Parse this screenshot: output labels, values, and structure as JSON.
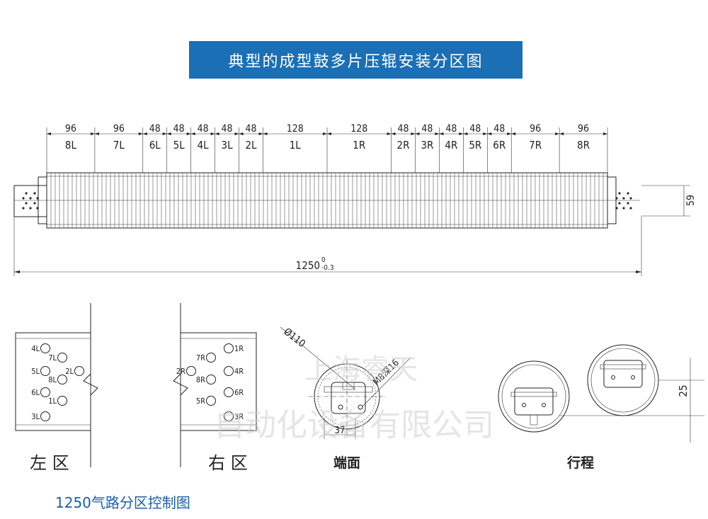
{
  "title": "典型的成型鼓多片压辊安装分区图",
  "roller": {
    "zones": [
      {
        "width": "96",
        "label": "8L"
      },
      {
        "width": "96",
        "label": "7L"
      },
      {
        "width": "48",
        "label": "6L"
      },
      {
        "width": "48",
        "label": "5L"
      },
      {
        "width": "48",
        "label": "4L"
      },
      {
        "width": "48",
        "label": "3L"
      },
      {
        "width": "48",
        "label": "2L"
      },
      {
        "width": "128",
        "label": "1L"
      },
      {
        "width": "128",
        "label": "1R"
      },
      {
        "width": "48",
        "label": "2R"
      },
      {
        "width": "48",
        "label": "3R"
      },
      {
        "width": "48",
        "label": "4R"
      },
      {
        "width": "48",
        "label": "5R"
      },
      {
        "width": "48",
        "label": "6R"
      },
      {
        "width": "96",
        "label": "7R"
      },
      {
        "width": "96",
        "label": "8R"
      }
    ],
    "height_dim": "59",
    "total_length": "1250",
    "tol_upper": "0",
    "tol_lower": "-0.3"
  },
  "left_zone": {
    "caption": "左 区",
    "ports": [
      "4L",
      "7L",
      "5L",
      "8L",
      "2L",
      "6L",
      "1L",
      "3L"
    ]
  },
  "right_zone": {
    "caption": "右 区",
    "ports": [
      "1R",
      "7R",
      "2R",
      "4R",
      "8R",
      "6R",
      "5R",
      "3R"
    ]
  },
  "end_view": {
    "caption": "端面",
    "diameter": "Ø110",
    "thread": "M8深16",
    "width_dim": "37"
  },
  "stroke_view": {
    "caption": "行程",
    "stroke_dim": "25"
  },
  "watermark": {
    "line1": "上海睿天",
    "line2": "自动化设备有限公司"
  },
  "footer_caption": "1250气路分区控制图"
}
